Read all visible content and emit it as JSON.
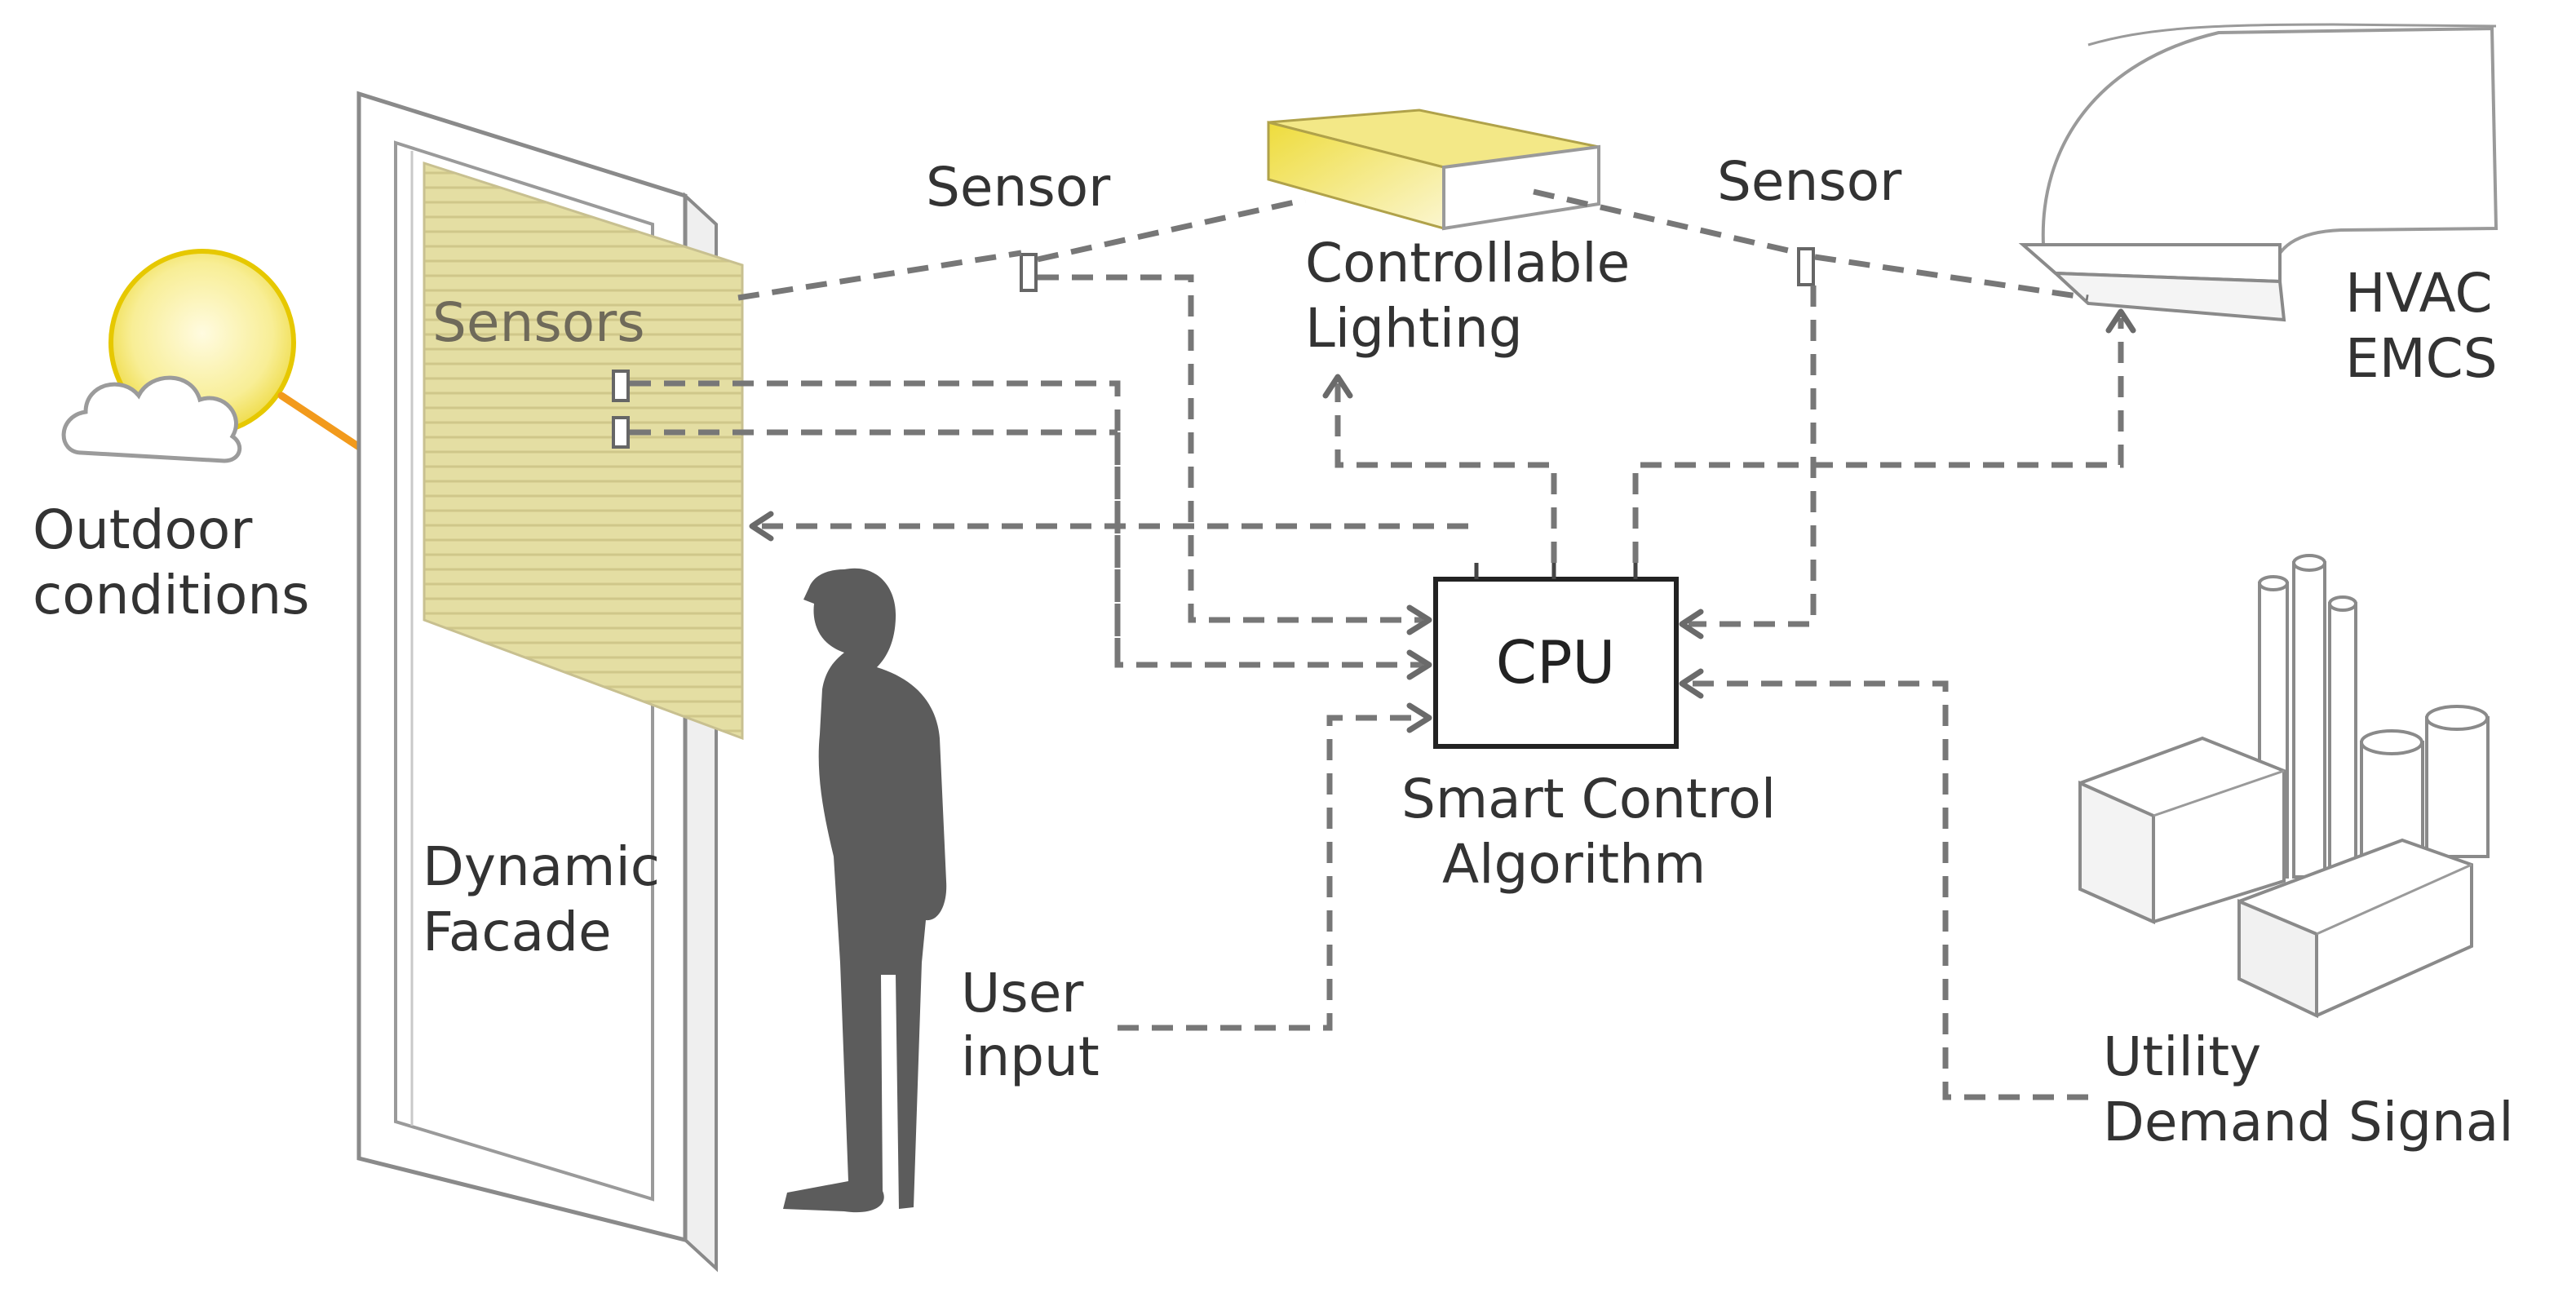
{
  "labels": {
    "outdoor": [
      "Outdoor",
      "conditions"
    ],
    "sensors": "Sensors",
    "dynamic_facade": [
      "Dynamic",
      "Facade"
    ],
    "sensor_left": "Sensor",
    "sensor_right": "Sensor",
    "lighting": [
      "Controllable",
      "Lighting"
    ],
    "hvac": [
      "HVAC",
      "EMCS"
    ],
    "cpu": "CPU",
    "algorithm": [
      "Smart Control",
      "Algorithm"
    ],
    "user_input": [
      "User",
      "input"
    ],
    "utility": [
      "Utility",
      "Demand Signal"
    ]
  },
  "colors": {
    "sun": "#f6ea8c",
    "sun_outline": "#e2c700",
    "sun_ray": "#f29a1c",
    "shade": "#e6e0a6",
    "lighting_fixture": "#f2e46a",
    "person": "#5c5c5c",
    "dashed_line": "#777777"
  }
}
